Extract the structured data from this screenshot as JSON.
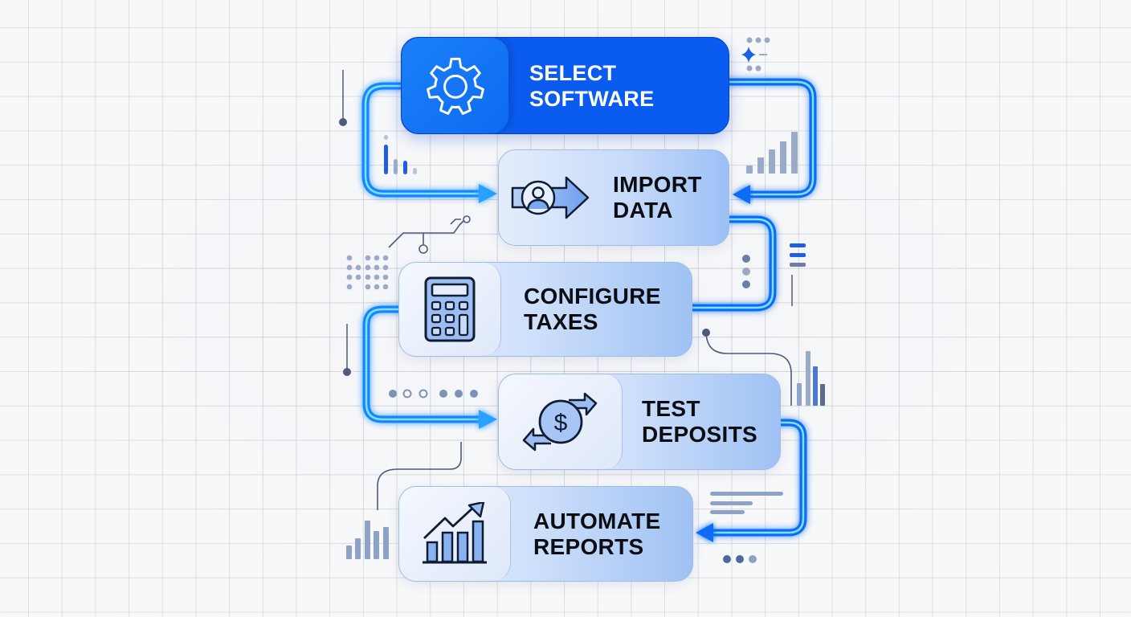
{
  "diagram": {
    "type": "vertical process flow",
    "steps": [
      {
        "id": 1,
        "label_line1": "SELECT",
        "label_line2": "SOFTWARE",
        "icon": "gear-icon",
        "style": "primary"
      },
      {
        "id": 2,
        "label_line1": "IMPORT",
        "label_line2": "DATA",
        "icon": "user-import-arrow-icon",
        "style": "secondary"
      },
      {
        "id": 3,
        "label_line1": "CONFIGURE",
        "label_line2": "TAXES",
        "icon": "calculator-icon",
        "style": "secondary"
      },
      {
        "id": 4,
        "label_line1": "TEST",
        "label_line2": "DEPOSITS",
        "icon": "dollar-exchange-icon",
        "style": "secondary"
      },
      {
        "id": 5,
        "label_line1": "AUTOMATE",
        "label_line2": "REPORTS",
        "icon": "growth-chart-icon",
        "style": "secondary"
      }
    ],
    "connectors": [
      {
        "from": 1,
        "to": 2,
        "side": "left",
        "arrow": "right"
      },
      {
        "from": 1,
        "to": 2,
        "side": "right",
        "arrow": "left"
      },
      {
        "from": 2,
        "to": 3,
        "side": "right",
        "arrow": "none"
      },
      {
        "from": 3,
        "to": 4,
        "side": "left",
        "arrow": "right"
      },
      {
        "from": 4,
        "to": 5,
        "side": "right",
        "arrow": "left"
      }
    ],
    "colors": {
      "primary": "#0a5cf0",
      "connector": "#1a8cff",
      "connector_glow": "#6fd0ff",
      "background": "#f4f5f8",
      "grid": "#c3c8d4",
      "text_dark": "#0b0d12",
      "text_light": "#ffffff",
      "decor": "#8a9fc4"
    }
  }
}
